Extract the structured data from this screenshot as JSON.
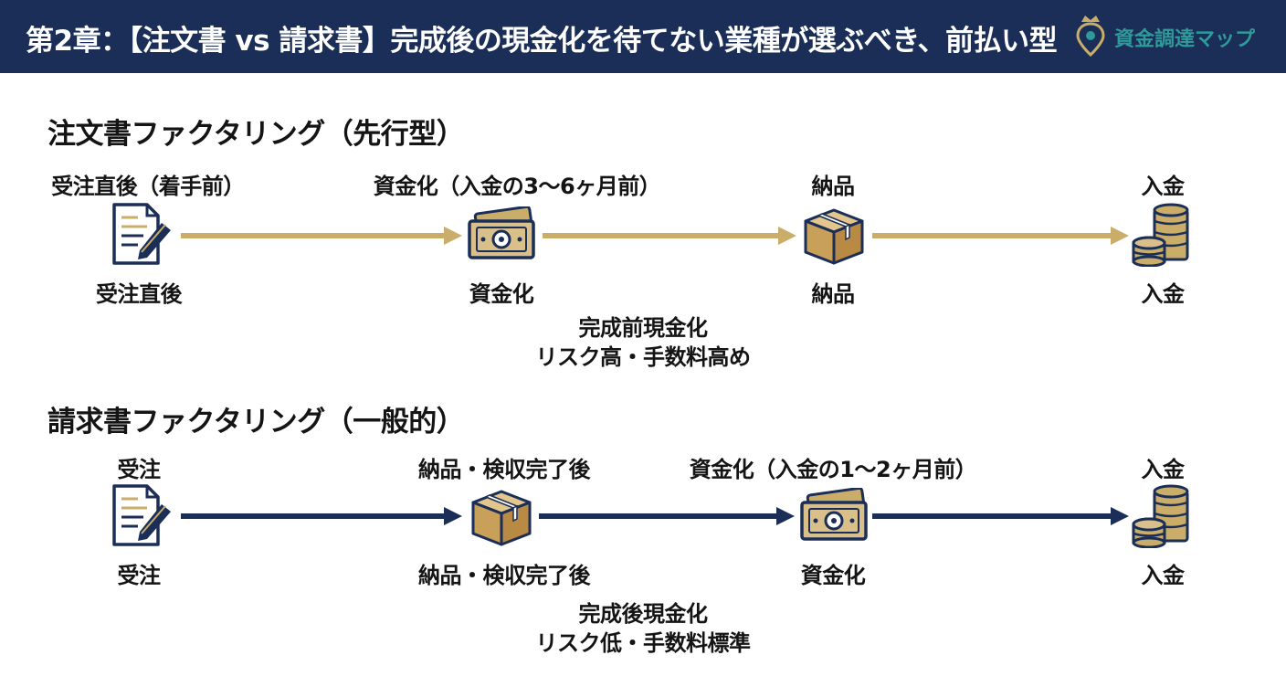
{
  "header": {
    "title": "第2章：【注文書 vs 請求書】完成後の現金化を待てない業種が選ぶべき、前払い型",
    "brand": "資金調達マップ",
    "background_color": "#1a2e57",
    "brand_color": "#2e9a9a"
  },
  "flows": {
    "order": {
      "title": "注文書ファクタリング（先行型）",
      "arrow_color": "#c9ad68",
      "steps": [
        {
          "top_label": "受注直後（着手前）",
          "bottom_label": "受注直後",
          "icon": "document-pen-icon"
        },
        {
          "top_label": "資金化（入金の3〜6ヶ月前）",
          "bottom_label": "資金化",
          "icon": "cash-icon"
        },
        {
          "top_label": "納品",
          "bottom_label": "納品",
          "icon": "box-icon"
        },
        {
          "top_label": "入金",
          "bottom_label": "入金",
          "icon": "coins-icon"
        }
      ],
      "note": [
        "完成前現金化",
        "リスク高・手数料高め"
      ]
    },
    "invoice": {
      "title": "請求書ファクタリング（一般的）",
      "arrow_color": "#1a2e57",
      "steps": [
        {
          "top_label": "受注",
          "bottom_label": "受注",
          "icon": "document-pen-icon"
        },
        {
          "top_label": "納品・検収完了後",
          "bottom_label": "納品・検収完了後",
          "icon": "box-icon"
        },
        {
          "top_label": "資金化（入金の1〜2ヶ月前）",
          "bottom_label": "資金化",
          "icon": "cash-icon"
        },
        {
          "top_label": "入金",
          "bottom_label": "入金",
          "icon": "coins-icon"
        }
      ],
      "note": [
        "完成後現金化",
        "リスク低・手数料標準"
      ]
    }
  }
}
